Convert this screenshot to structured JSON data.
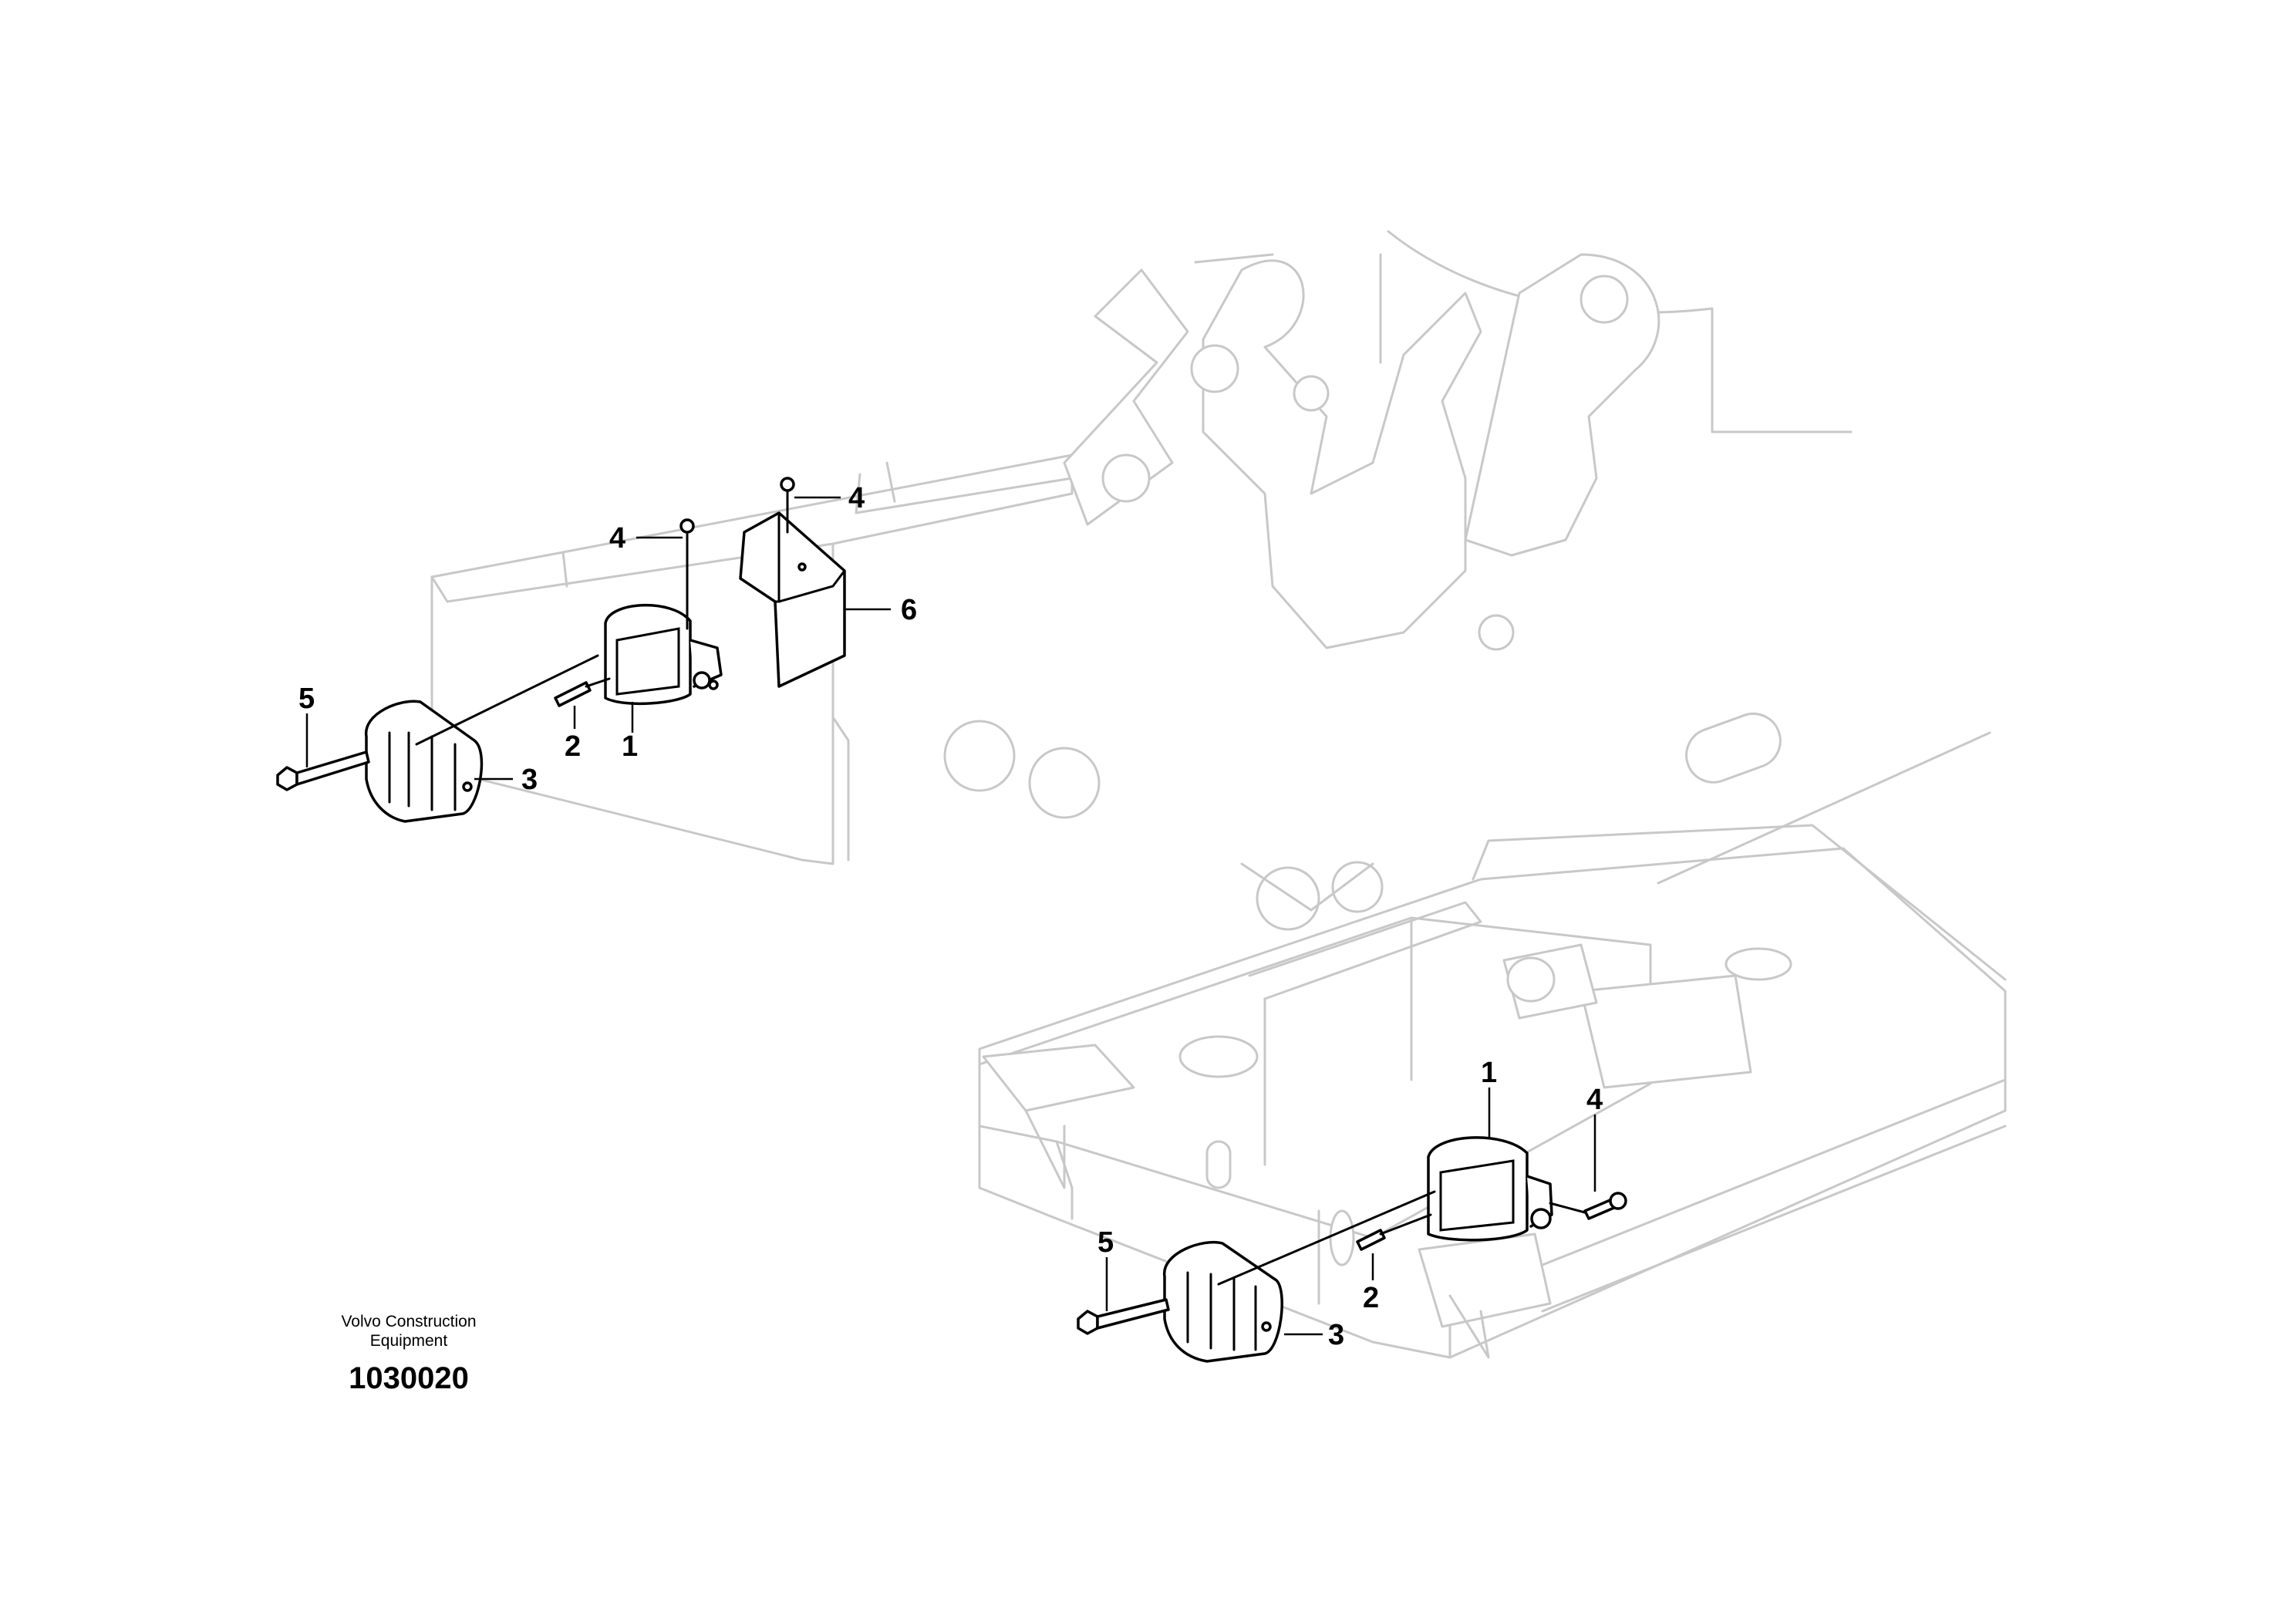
{
  "callouts": {
    "left": {
      "item_4_a": "4",
      "item_4_b": "4",
      "item_6": "6",
      "item_5": "5",
      "item_2": "2",
      "item_1": "1",
      "item_3": "3"
    },
    "right": {
      "item_1": "1",
      "item_4": "4",
      "item_5": "5",
      "item_2": "2",
      "item_3": "3"
    }
  },
  "caption": {
    "line1": "Volvo Construction",
    "line2": "Equipment",
    "document_number": "1030020"
  }
}
